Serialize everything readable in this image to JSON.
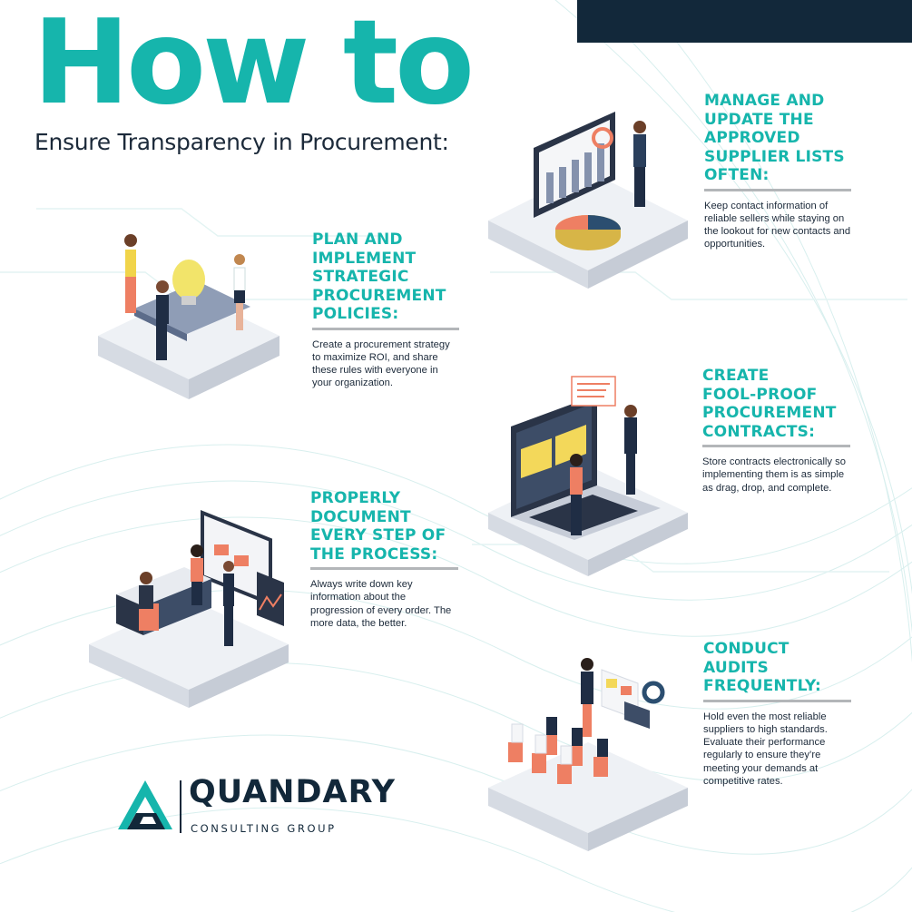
{
  "title": {
    "main": "How to",
    "subtitle": "Ensure Transparency in Procurement:"
  },
  "sections": [
    {
      "heading": "PLAN AND IMPLEMENT STRATEGIC PROCUREMENT POLICIES:",
      "lines": [
        "PLAN AND",
        "IMPLEMENT",
        "STRATEGIC",
        "PROCUREMENT",
        "POLICIES:"
      ],
      "body": "Create a procurement strategy to maximize ROI, and share these rules with everyone in your organization.",
      "illustration": "lightbulb-meeting-icon"
    },
    {
      "heading": "MANAGE AND UPDATE THE APPROVED SUPPLIER LISTS OFTEN:",
      "lines": [
        "MANAGE AND",
        "UPDATE THE",
        "APPROVED",
        "SUPPLIER LISTS",
        "OFTEN:"
      ],
      "body": "Keep contact information of reliable sellers while staying on the lookout for new contacts and opportunities.",
      "illustration": "chart-analysis-icon"
    },
    {
      "heading": "CREATE FOOL-PROOF PROCUREMENT CONTRACTS:",
      "lines": [
        "CREATE",
        "FOOL-PROOF",
        "PROCUREMENT",
        "CONTRACTS:"
      ],
      "body": "Store contracts electronically so implementing them is as simple as drag, drop, and complete.",
      "illustration": "laptop-contract-icon"
    },
    {
      "heading": "PROPERLY DOCUMENT EVERY STEP OF THE PROCESS:",
      "lines": [
        "PROPERLY",
        "DOCUMENT",
        "EVERY STEP OF",
        "THE PROCESS:"
      ],
      "body": "Always write down key information about the progression of every order. The more data, the better.",
      "illustration": "office-documentation-icon"
    },
    {
      "heading": "CONDUCT AUDITS FREQUENTLY:",
      "lines": [
        "CONDUCT",
        "AUDITS",
        "FREQUENTLY:"
      ],
      "body": "Hold even the most reliable suppliers to high standards. Evaluate their performance regularly to ensure they’re meeting your demands at competitive rates.",
      "illustration": "presentation-audience-icon"
    }
  ],
  "logo": {
    "name": "QUANDARY",
    "tagline": "CONSULTING GROUP",
    "mark": "quandary-logo-icon"
  },
  "colors": {
    "teal": "#16b5ac",
    "navy": "#12283a",
    "text": "#1c2a3a",
    "rule": "#b3b6b9"
  }
}
